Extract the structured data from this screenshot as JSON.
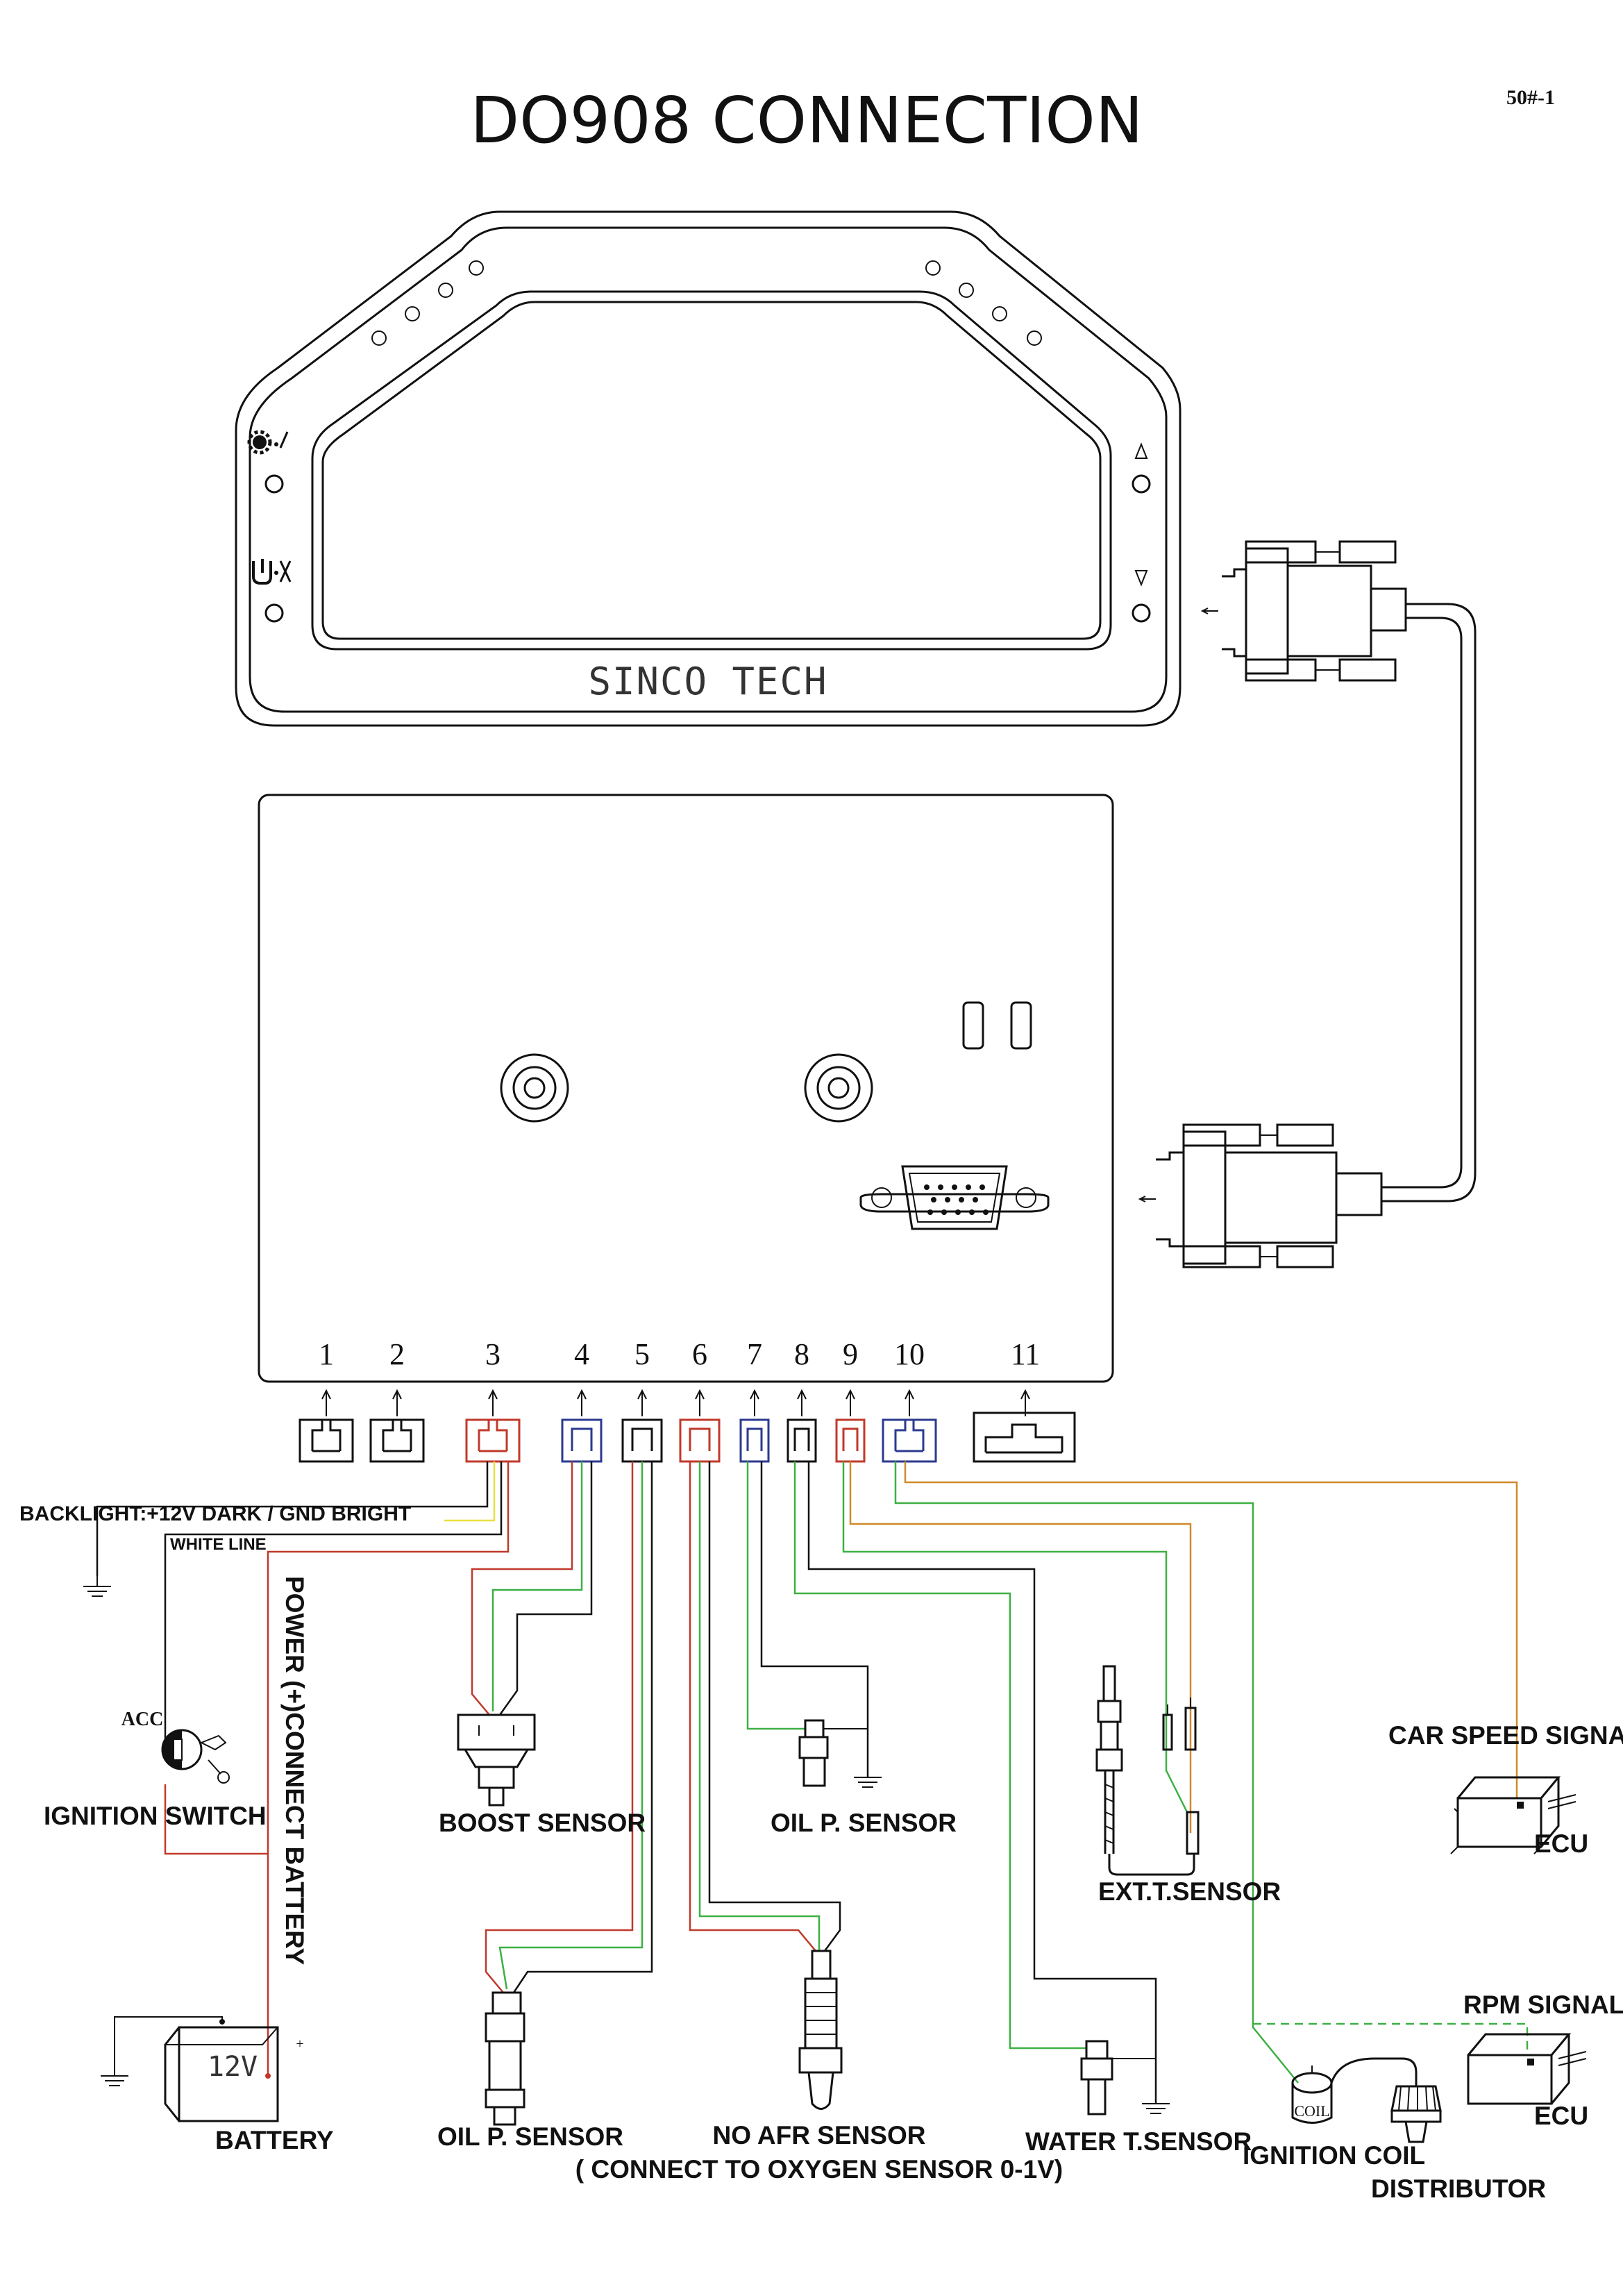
{
  "title": "DO908 CONNECTION",
  "page_code": "50#-1",
  "brand": "SINCO TECH",
  "ports": [
    "1",
    "2",
    "3",
    "4",
    "5",
    "6",
    "7",
    "8",
    "9",
    "10",
    "11"
  ],
  "labels": {
    "backlight": "BACKLIGHT:+12V DARK  / GND BRIGHT",
    "white_line": "WHITE LINE",
    "acc": "ACC",
    "ignition_switch": "IGNITION SWITCH",
    "power": "POWER (+)CONNECT BATTERY",
    "battery": "BATTERY",
    "battery_voltage": "12V",
    "boost_sensor": "BOOST SENSOR",
    "oil_p_sensor_top": "OIL P. SENSOR",
    "oil_p_sensor_bottom": "OIL P. SENSOR",
    "ext_t_sensor": "EXT.T.SENSOR",
    "car_speed_signal": "CAR SPEED SIGNAL",
    "ecu_top": "ECU",
    "rpm_signal": "RPM SIGNAL",
    "ecu_bottom": "ECU",
    "afr_sensor": "NO AFR SENSOR",
    "afr_note": "( CONNECT TO OXYGEN SENSOR 0-1V)",
    "water_t_sensor": "WATER T.SENSOR",
    "ignition_coil": "IGNITION COIL",
    "coil_text": "COIL",
    "distributor": "DISTRIBUTOR"
  },
  "wire_colors": {
    "black": "#111111",
    "red": "#c0392b",
    "green": "#3cb043",
    "orange": "#d08a2a",
    "yellow": "#e8e040",
    "blue_connector": "#2b3a8f",
    "red_connector": "#c0392b"
  }
}
